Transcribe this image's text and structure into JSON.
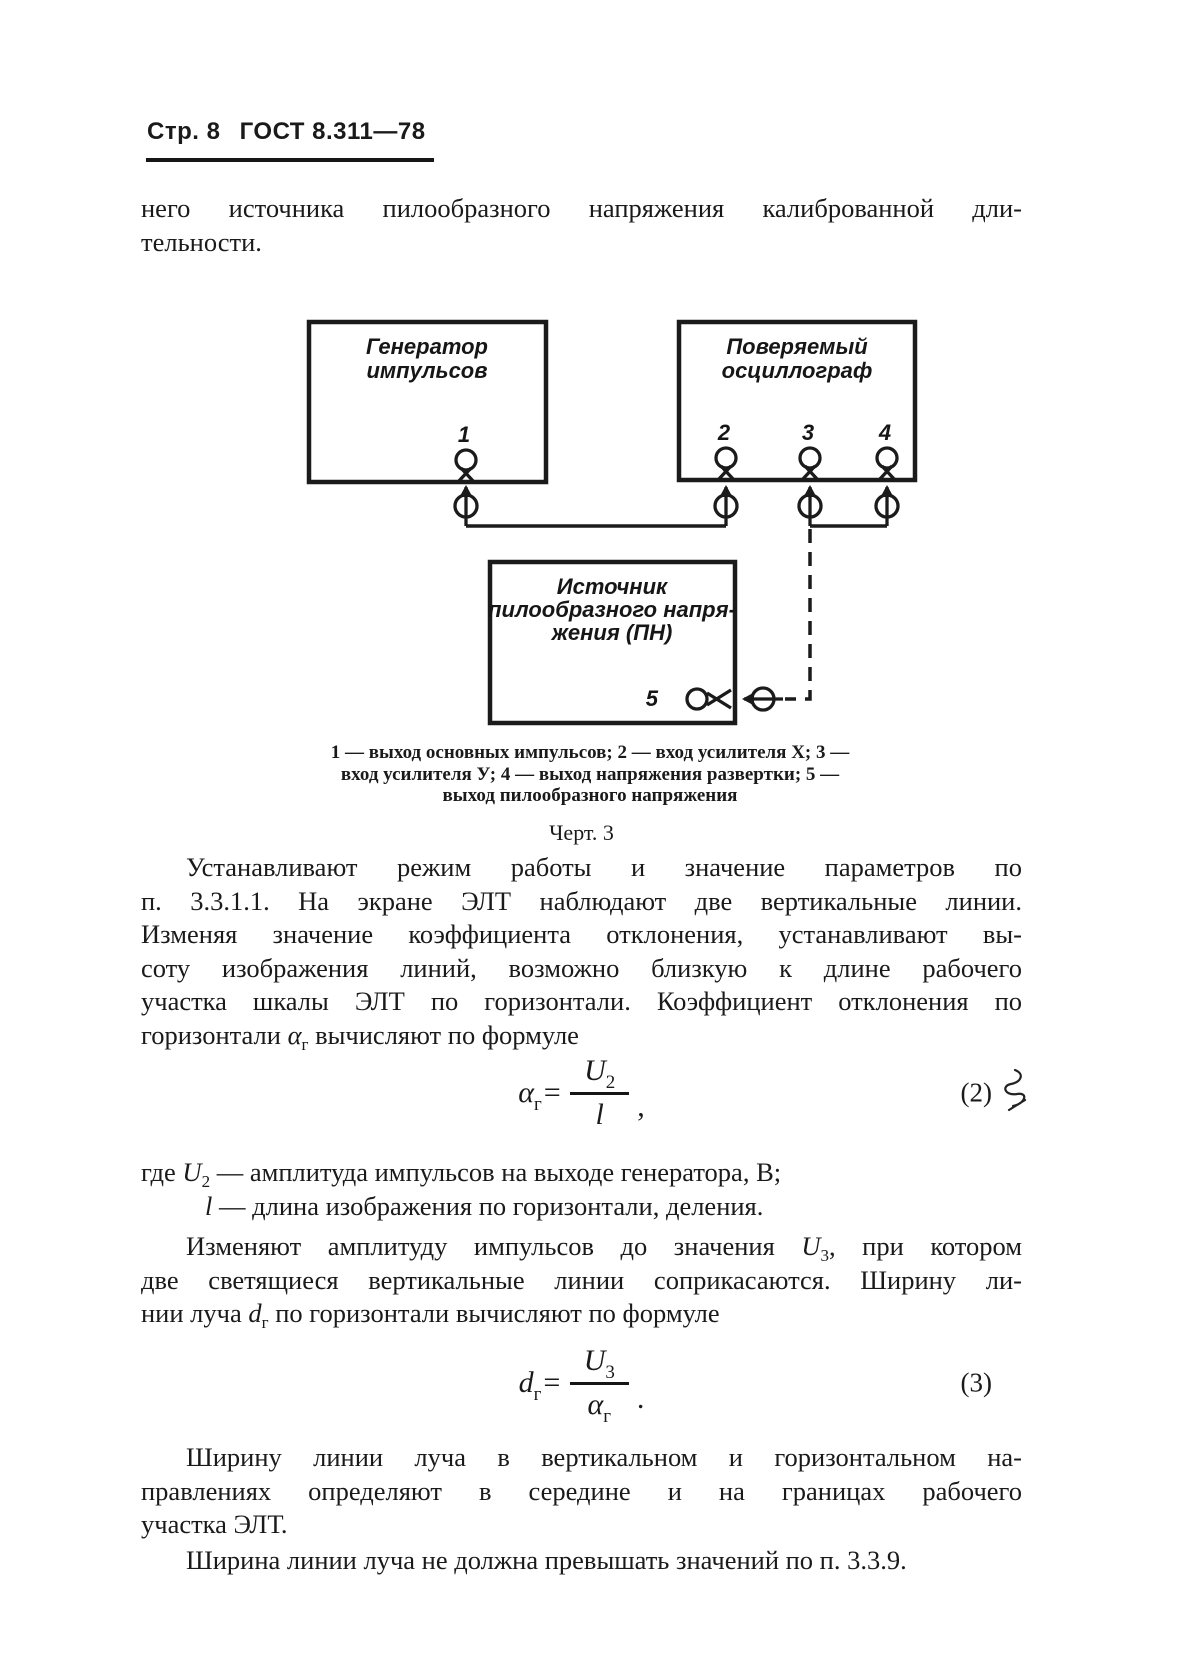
{
  "header": {
    "page_label": "Стр. 8",
    "standard": "ГОСТ 8.311—78"
  },
  "intro": [
    "него  источника  пилообразного  напряжения  калиброванной  дли-",
    "тельности."
  ],
  "diagram": {
    "generator": {
      "l1": "Генератор",
      "l2": "импульсов"
    },
    "oscilloscope": {
      "l1": "Поверяемый",
      "l2": "осциллограф"
    },
    "source": {
      "l1": "Источник",
      "l2": "пилообразного напря-",
      "l3": "жения (ПН)"
    },
    "t1": "1",
    "t2": "2",
    "t3": "3",
    "t4": "4",
    "t5": "5"
  },
  "caption": {
    "l1": "1 — выход основных импульсов; 2 — вход усилителя X; 3 —",
    "l2": "вход усилителя У; 4 — выход напряжения развертки; 5 —",
    "l3": "выход пилообразного напряжения",
    "figure": "Черт. 3"
  },
  "p2": [
    "Устанавливают  режим  работы  и  значение  параметров  по",
    "п. 3.3.1.1. На экране ЭЛТ наблюдают две вертикальные линии.",
    "Изменяя значение коэффициента отклонения, устанавливают вы-",
    "соту изображения линий, возможно близкую к длине рабочего",
    "участка шкалы ЭЛТ по горизонтали. Коэффициент отклонения по"
  ],
  "seg": {
    "p2_last_a": "горизонтали ",
    "p2_last_sym": "α",
    "p2_last_sub": "г",
    "p2_last_b": " вычисляют по формуле",
    "where_a": "где ",
    "where_u": "U",
    "where_u_sub": "2",
    "where_b": " — амплитуда импульсов на выходе генератора, В;",
    "where_l": "l",
    "where_c": " — длина изображения по горизонтали, деления.",
    "p3_a": "Изменяют амплитуду импульсов до значения ",
    "p3_u": "U",
    "p3_u_sub": "3",
    "p3_b": ", при котором",
    "p3_l2": "две светящиеся вертикальные линии соприкасаются. Ширину ли-",
    "p3_l3a": "нии луча ",
    "p3_d": "d",
    "p3_d_sub": "г",
    "p3_l3b": " по горизонтали вычисляют по формуле"
  },
  "f2": {
    "lhs_sym": "α",
    "lhs_sub": "г",
    "eq": "=",
    "num_sym": "U",
    "num_sub": "2",
    "den_sym": "l",
    "tail": ",",
    "number": "(2)"
  },
  "f3": {
    "lhs_sym": "d",
    "lhs_sub": "г",
    "eq": "=",
    "num_sym": "U",
    "num_sub": "3",
    "den_sym": "α",
    "den_sub": "г",
    "tail": ".",
    "number": "(3)"
  },
  "p4": [
    "Ширину линии луча в вертикальном и горизонтальном на-",
    "правлениях определяют в середине и на границах рабочего",
    "участка ЭЛТ."
  ],
  "p5": "Ширина линии луча не должна превышать значений по п. 3.3.9."
}
